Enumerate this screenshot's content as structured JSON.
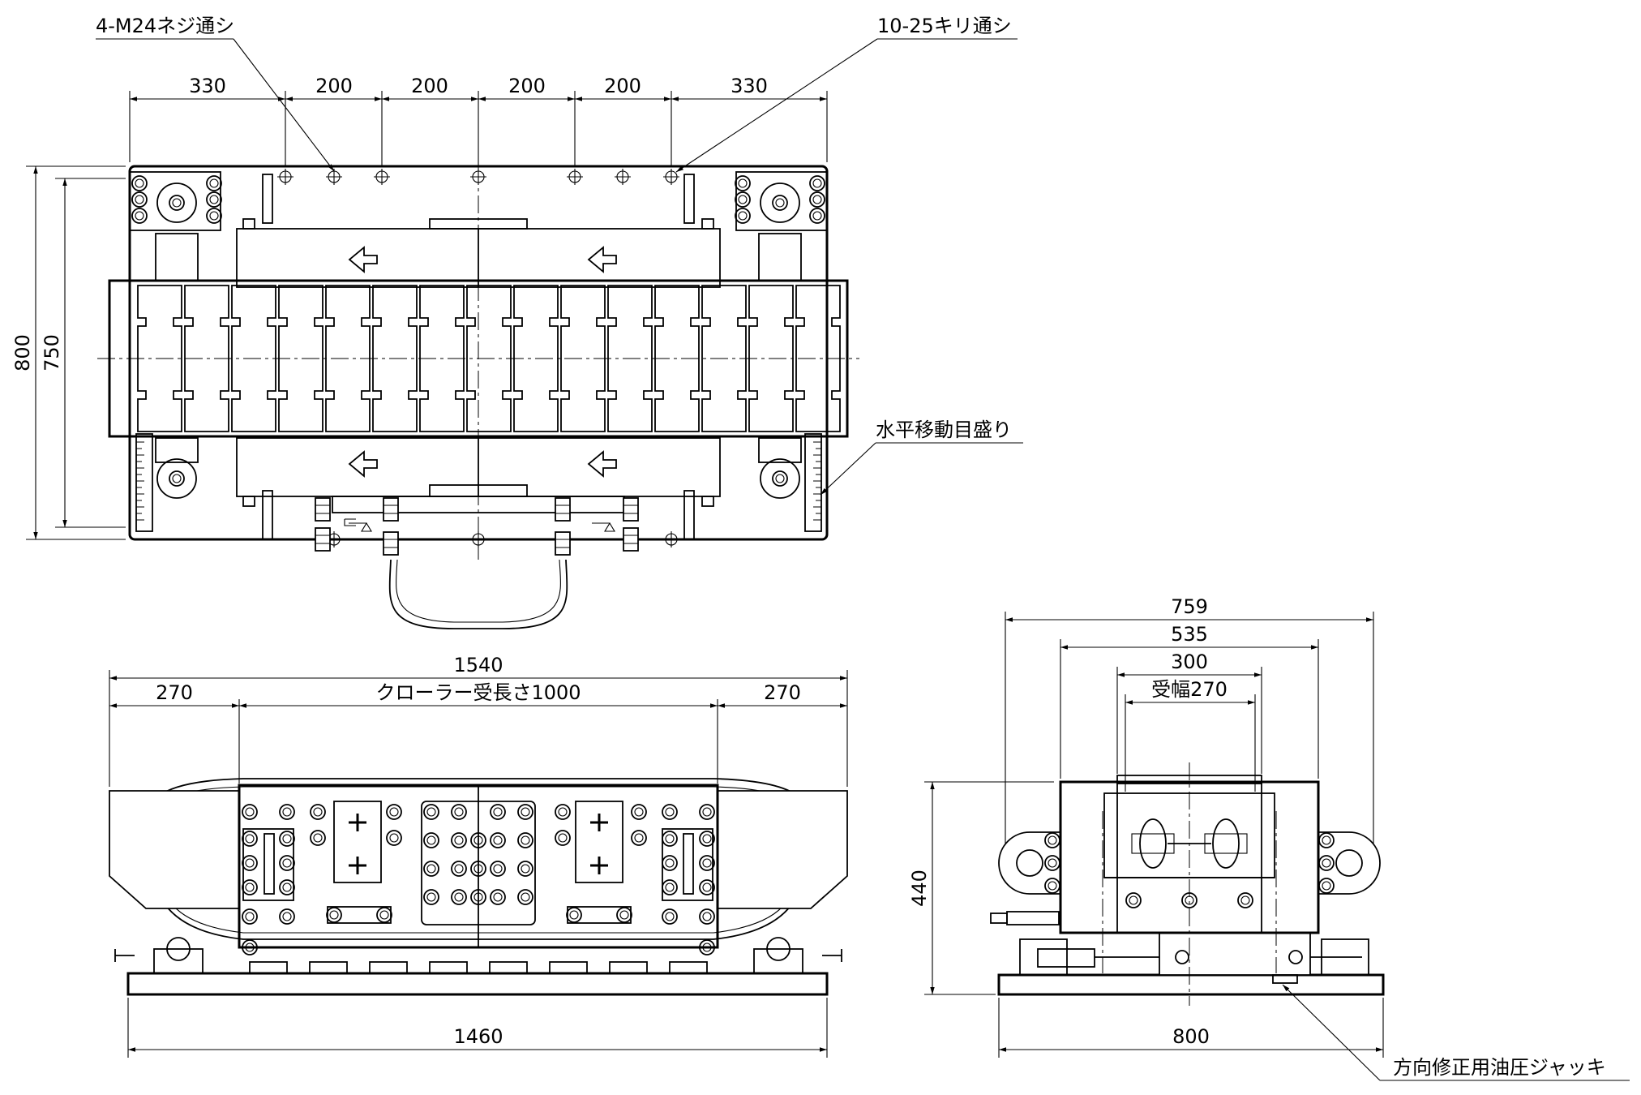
{
  "callouts": {
    "tapped_holes": "4-M24ネジ通シ",
    "drilled_holes": "10-25キリ通シ",
    "horizontal_scale": "水平移動目盛り",
    "correction_jack": "方向修正用油圧ジャッキ"
  },
  "top_view": {
    "width_dims": [
      "330",
      "200",
      "200",
      "200",
      "200",
      "330"
    ],
    "height_outer": "800",
    "height_inner": "750"
  },
  "front_view": {
    "overall_top": "1540",
    "left_end": "270",
    "crawler_length": "クローラー受長さ1000",
    "right_end": "270",
    "overall_bottom": "1460"
  },
  "side_view": {
    "overall": "759",
    "mid": "535",
    "inner": "300",
    "support_width": "受幅270",
    "height": "440",
    "base": "800"
  }
}
